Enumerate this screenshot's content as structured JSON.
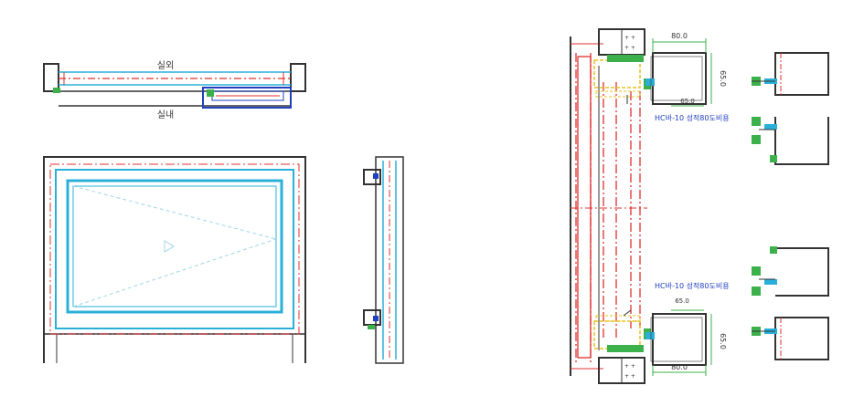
{
  "labels": {
    "outdoor": "실외",
    "indoor": "실내",
    "dim_width_top": "80.0",
    "dim_height_top": "65.0",
    "dim_inner_top": "65.0",
    "note_top": "HC바-10 성적80도비용",
    "note_bottom": "HC바-10 성적80도비용",
    "dim_inner_bottom": "65.0",
    "dim_height_bottom": "65.0",
    "dim_width_bottom": "80.0"
  },
  "colors": {
    "frame": "#333333",
    "cyan": "#2ab0d8",
    "red": "#e03030",
    "blue": "#2040c0",
    "green": "#3cb04a",
    "yellow": "#e8c020"
  }
}
